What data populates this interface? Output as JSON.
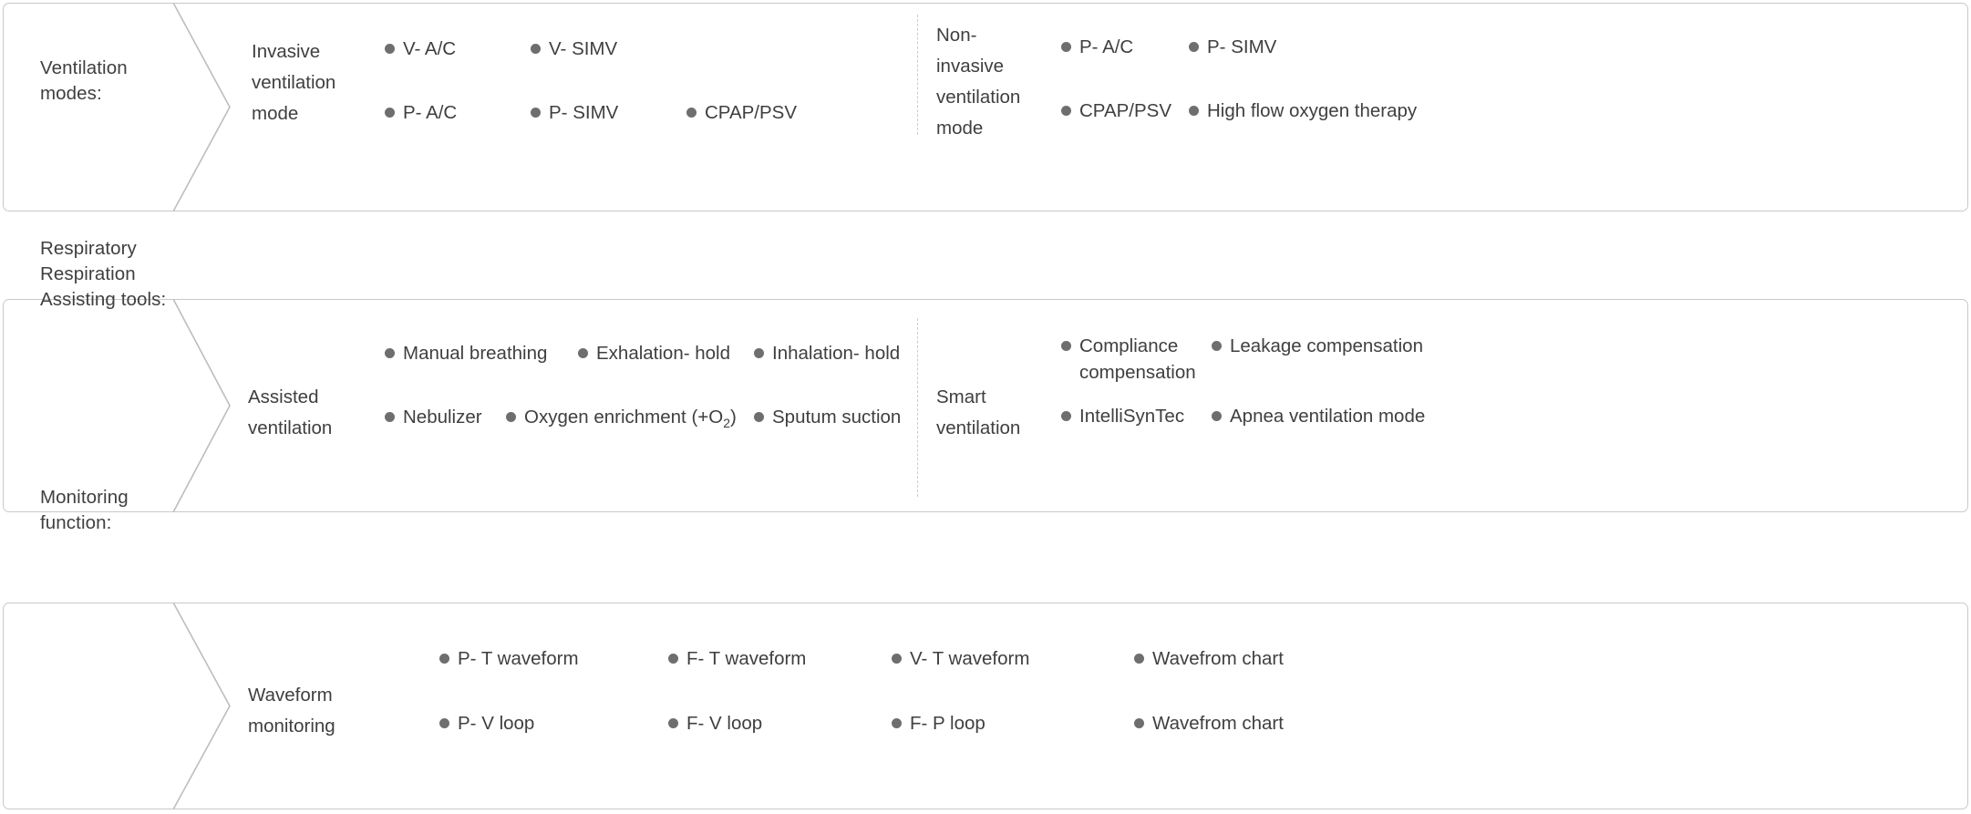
{
  "sections": [
    {
      "id": "ventilation-modes",
      "category_label": "Ventilation modes:",
      "groups": [
        {
          "id": "invasive-ventilation-mode",
          "label": "Invasive ventilation mode",
          "items": [
            "V- A/C",
            "V- SIMV",
            "P- A/C",
            "P- SIMV",
            "CPAP/PSV"
          ]
        },
        {
          "id": "non-invasive-ventilation-mode",
          "label": "Non-invasive ventilation mode",
          "items": [
            "P- A/C",
            "P- SIMV",
            "CPAP/PSV",
            "High flow oxygen therapy"
          ]
        }
      ]
    },
    {
      "id": "respiratory-assisting-tools",
      "category_label": "Respiratory Respiration Assisting tools:",
      "groups": [
        {
          "id": "assisted-ventilation",
          "label": "Assisted ventilation",
          "items": [
            "Manual breathing",
            "Exhalation- hold",
            "Inhalation- hold",
            "Nebulizer",
            "Oxygen enrichment (+O2)",
            "Sputum suction"
          ]
        },
        {
          "id": "smart-ventilation",
          "label": "Smart ventilation",
          "items": [
            "Compliance compensation",
            "Leakage compensation",
            "IntelliSynTec",
            "Apnea ventilation mode"
          ]
        }
      ]
    },
    {
      "id": "monitoring-function",
      "category_label": "Monitoring function:",
      "groups": [
        {
          "id": "waveform-monitoring",
          "label": "Waveform monitoring",
          "items": [
            "P- T waveform",
            "F- T waveform",
            "V- T waveform",
            "Wavefrom chart",
            "P- V loop",
            "F- V loop",
            "F- P loop",
            "Wavefrom chart"
          ]
        }
      ]
    }
  ],
  "labels": {
    "s1_cat": "Ventilation modes:",
    "s1_g1": "Invasive ventilation mode",
    "s1_g1_i1": "V- A/C",
    "s1_g1_i2": "V- SIMV",
    "s1_g1_i3": "P- A/C",
    "s1_g1_i4": "P- SIMV",
    "s1_g1_i5": "CPAP/PSV",
    "s1_g2": "Non-invasive ventilation mode",
    "s1_g2_i1": "P- A/C",
    "s1_g2_i2": "P- SIMV",
    "s1_g2_i3": "CPAP/PSV",
    "s1_g2_i4": "High flow oxygen therapy",
    "s2_cat": "Respiratory Respiration Assisting tools:",
    "s2_g1": "Assisted ventilation",
    "s2_g1_i1": "Manual breathing",
    "s2_g1_i2": "Exhalation- hold",
    "s2_g1_i3": "Inhalation- hold",
    "s2_g1_i4": "Nebulizer",
    "s2_g1_i5_pre": "Oxygen enrichment (+O",
    "s2_g1_i5_sub": "2",
    "s2_g1_i5_post": ")",
    "s2_g1_i6": "Sputum suction",
    "s2_g2": "Smart ventilation",
    "s2_g2_i1": "Compliance compensation",
    "s2_g2_i2": "Leakage compensation",
    "s2_g2_i3": "IntelliSynTec",
    "s2_g2_i4": "Apnea ventilation mode",
    "s3_cat": "Monitoring function:",
    "s3_g1": "Waveform monitoring",
    "s3_g1_i1": "P- T waveform",
    "s3_g1_i2": "F- T waveform",
    "s3_g1_i3": "V- T waveform",
    "s3_g1_i4": "Wavefrom chart",
    "s3_g1_i5": "P- V loop",
    "s3_g1_i6": "F- V loop",
    "s3_g1_i7": "F- P loop",
    "s3_g1_i8": "Wavefrom chart"
  },
  "colors": {
    "card_border": "#c9c9c9",
    "chevron_line": "#bdbdbd",
    "bullet": "#6e6e6e",
    "text": "#3f3f3f",
    "divider": "#cccccc",
    "background": "#ffffff"
  }
}
